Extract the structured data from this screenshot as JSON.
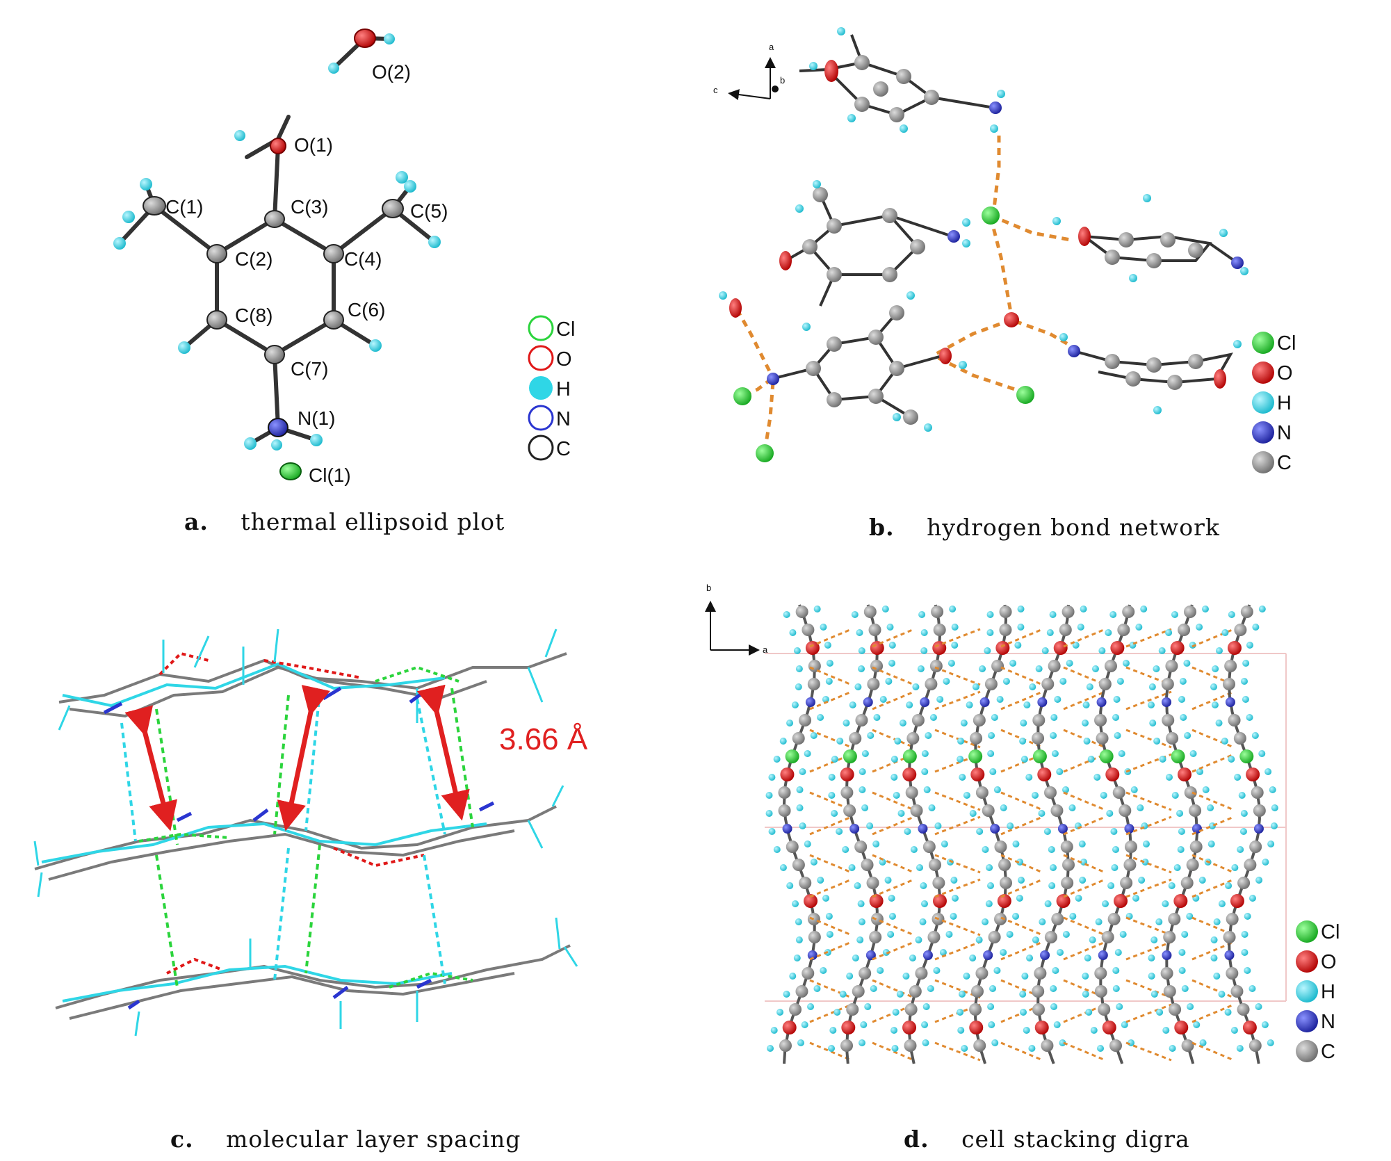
{
  "panels": {
    "a": {
      "letter": "a.",
      "caption": "thermal ellipsoid plot",
      "atom_labels": {
        "O2": "O(2)",
        "O1": "O(1)",
        "C1": "C(1)",
        "C3": "C(3)",
        "C5": "C(5)",
        "C2": "C(2)",
        "C4": "C(4)",
        "C8": "C(8)",
        "C6": "C(6)",
        "C7": "C(7)",
        "N1": "N(1)",
        "Cl1": "Cl(1)"
      }
    },
    "b": {
      "letter": "b.",
      "caption": "hydrogen bond network",
      "axes": {
        "a": "a",
        "b": "b",
        "c": "c"
      }
    },
    "c": {
      "letter": "c.",
      "caption": "molecular layer spacing",
      "distance_label": "3.66 Å"
    },
    "d": {
      "letter": "d.",
      "caption": "cell stacking digra",
      "axes": {
        "a": "a",
        "b": "b"
      }
    }
  },
  "legend": {
    "items": [
      {
        "symbol": "Cl",
        "color": "#2bd43c"
      },
      {
        "symbol": "O",
        "color": "#e01818"
      },
      {
        "symbol": "H",
        "color": "#2fd6e6"
      },
      {
        "symbol": "N",
        "color": "#2a35d0"
      },
      {
        "symbol": "C",
        "color": "#8a8a8a"
      }
    ]
  },
  "colors": {
    "carbon": "#8a8a8a",
    "hydrogen": "#2fd6e6",
    "oxygen": "#e01818",
    "nitrogen": "#2a35d0",
    "chlorine": "#2bd43c",
    "hbond": "#e08a30",
    "arrow": "#e02020"
  }
}
